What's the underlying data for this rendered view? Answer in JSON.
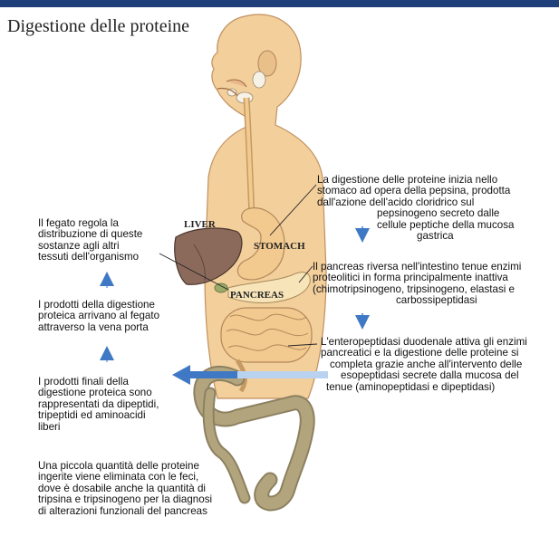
{
  "title": "Digestione delle proteine",
  "organs": {
    "liver": "LIVER",
    "stomach": "STOMACH",
    "pancreas": "PANCREAS"
  },
  "right_notes": {
    "stomach": [
      "La digestione delle proteine inizia nello",
      "stomaco ad opera della pepsina, prodotta",
      "dall'azione dell'acido cloridrico sul",
      "pepsinogeno secreto dalle",
      "cellule peptiche della mucosa",
      "gastrica"
    ],
    "pancreas": [
      "Il pancreas riversa nell'intestino tenue enzimi",
      "proteolitici in forma principalmente inattiva",
      "(chimotripsinogeno, tripsinogeno, elastasi e",
      "carbossipeptidasi"
    ],
    "intestine": [
      "L'enteropeptidasi duodenale attiva gli enzimi",
      "pancreatici e la digestione delle proteine si",
      "completa grazie anche all'intervento delle",
      "esopeptidasi secrete dalla mucosa del",
      "tenue (aminopeptidasi e dipeptidasi)"
    ]
  },
  "left_notes": {
    "liver": [
      "Il fegato regola la",
      "distribuzione di queste",
      "sostanze agli altri",
      "tessuti dell'organismo"
    ],
    "portal": [
      "I prodotti della digestione",
      "proteica arrivano al fegato",
      "attraverso la vena porta"
    ],
    "products": [
      "I prodotti finali della",
      "digestione proteica sono",
      "rappresentati da dipeptidi,",
      "tripeptidi ed aminoacidi",
      "liberi"
    ],
    "feces": [
      "Una  piccola quantità delle proteine",
      "ingerite viene eliminata con le feci,",
      "dove è dosabile anche la quantità di",
      "tripsina e tripsinogeno per la diagnosi",
      "di alterazioni funzionali del pancreas"
    ]
  },
  "colors": {
    "bar": "#1f3f7a",
    "skin": "#f3cf9c",
    "liver": "#8b6a5c",
    "stomach": "#f2c98e",
    "colon": "#b2a57e",
    "arrow": "#3f78c4",
    "arrow_light": "#9bbde6"
  }
}
